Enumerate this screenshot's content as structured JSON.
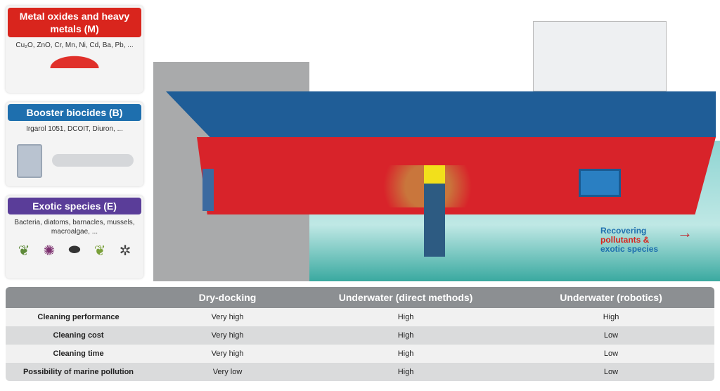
{
  "panels": [
    {
      "title": "Metal oxides and heavy metals (M)",
      "text": "Cu₂O, ZnO, Cr, Mn, Ni, Cd, Ba, Pb, ...",
      "color": "#d9251d"
    },
    {
      "title": "Booster biocides (B)",
      "text": "Irgarol 1051, DCOIT, Diuron, ...",
      "color": "#1e6fae"
    },
    {
      "title": "Exotic species (E)",
      "text": "Bacteria, diatoms, barnacles, mussels, macroalgae, ...",
      "color": "#5a3d99"
    }
  ],
  "scene": {
    "label_line1": "Recovering",
    "label_line2": "pollutants &",
    "label_line3": "exotic species"
  },
  "table": {
    "headers": [
      "",
      "Dry-docking",
      "Underwater (direct methods)",
      "Underwater (robotics)"
    ],
    "rows": [
      [
        "Cleaning performance",
        "Very high",
        "High",
        "High"
      ],
      [
        "Cleaning cost",
        "Very high",
        "High",
        "Low"
      ],
      [
        "Cleaning time",
        "Very high",
        "High",
        "Low"
      ],
      [
        "Possibility of marine pollution",
        "Very low",
        "High",
        "Low"
      ]
    ]
  }
}
